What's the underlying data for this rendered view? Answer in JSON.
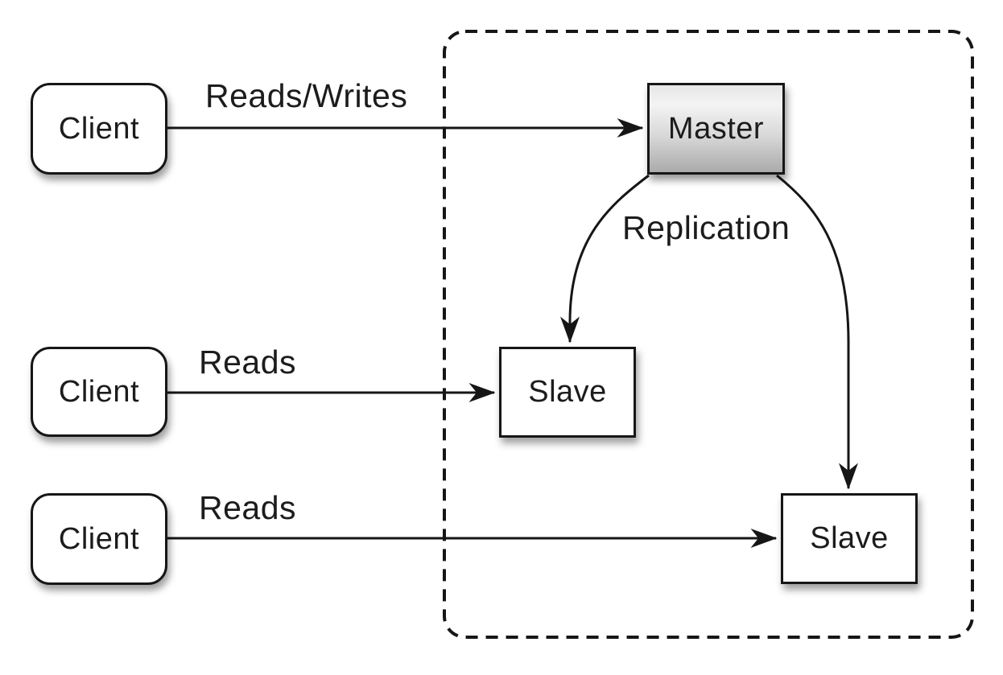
{
  "diagram": {
    "kind": "master-slave-replication",
    "nodes": {
      "client1": {
        "label": "Client"
      },
      "client2": {
        "label": "Client"
      },
      "client3": {
        "label": "Client"
      },
      "master": {
        "label": "Master"
      },
      "slave1": {
        "label": "Slave"
      },
      "slave2": {
        "label": "Slave"
      }
    },
    "edges": {
      "client1_master": {
        "label": "Reads/Writes"
      },
      "client2_slave1": {
        "label": "Reads"
      },
      "client3_slave2": {
        "label": "Reads"
      },
      "master_slaves": {
        "label": "Replication"
      }
    },
    "colors": {
      "background": "#ffffff",
      "stroke": "#161616",
      "node_fill": "#ffffff",
      "master_gradient_top": "#f4f4f4",
      "master_gradient_bottom": "#ababab",
      "text": "#1c1c1c"
    }
  }
}
